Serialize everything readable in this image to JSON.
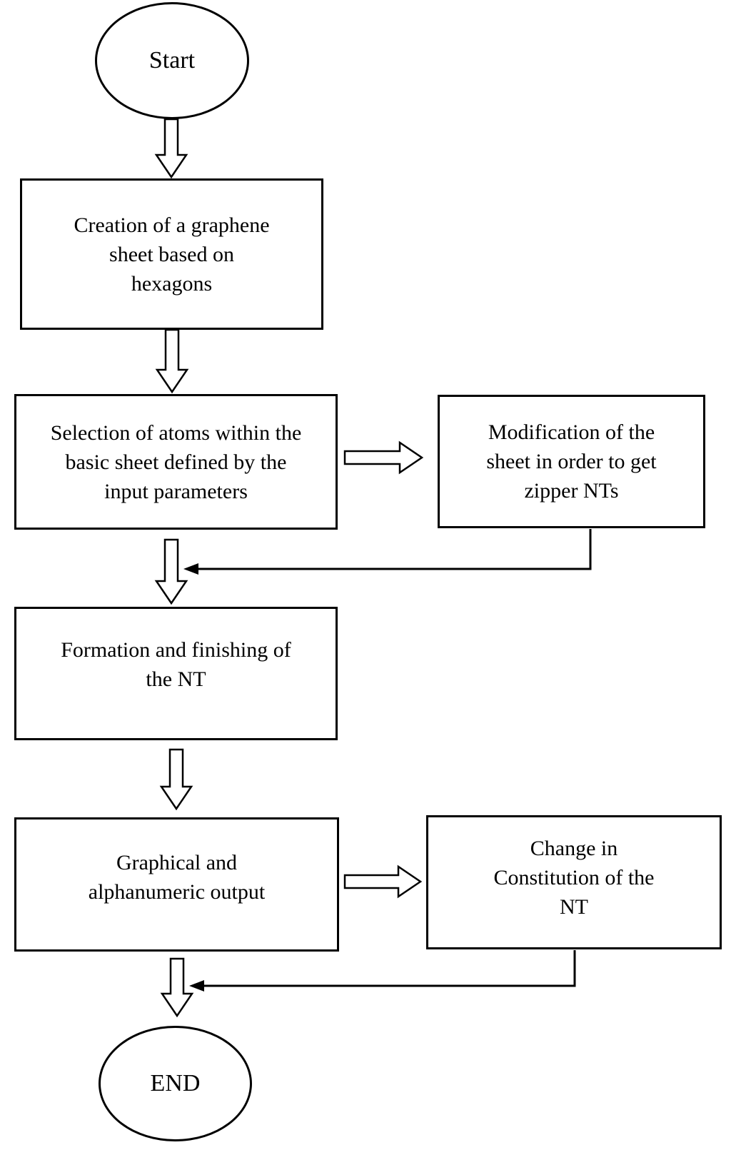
{
  "diagram": {
    "type": "flowchart",
    "background_color": "#ffffff",
    "stroke_color": "#000000",
    "text_color": "#000000",
    "nodes": {
      "start": {
        "shape": "terminator",
        "label": "Start",
        "lines": [
          "Start"
        ]
      },
      "create_sheet": {
        "shape": "process",
        "label": "Creation of a graphene sheet based on hexagons",
        "lines": [
          "Creation of a graphene",
          "sheet based on",
          "hexagons"
        ]
      },
      "select_atoms": {
        "shape": "process",
        "label": "Selection of atoms within the basic sheet defined by the input parameters",
        "lines": [
          "Selection of atoms within the",
          "basic sheet defined by the",
          "input parameters"
        ]
      },
      "modify_sheet": {
        "shape": "process",
        "label": "Modification of the sheet in order to get zipper NTs",
        "lines": [
          "Modification of the",
          "sheet in order to get",
          "zipper NTs"
        ]
      },
      "formation": {
        "shape": "process",
        "label": "Formation and finishing of the NT",
        "lines": [
          "Formation and finishing of",
          "the NT"
        ]
      },
      "output": {
        "shape": "process",
        "label": "Graphical and alphanumeric output",
        "lines": [
          "Graphical and",
          "alphanumeric output"
        ]
      },
      "change_constitution": {
        "shape": "process",
        "label": "Change in Constitution of the NT",
        "lines": [
          "Change in",
          "Constitution of the",
          "NT"
        ]
      },
      "end": {
        "shape": "terminator",
        "label": "END",
        "lines": [
          "END"
        ]
      }
    },
    "edges": [
      {
        "from": "start",
        "to": "create_sheet",
        "style": "hollow-block-arrow",
        "direction": "down"
      },
      {
        "from": "create_sheet",
        "to": "select_atoms",
        "style": "hollow-block-arrow",
        "direction": "down"
      },
      {
        "from": "select_atoms",
        "to": "modify_sheet",
        "style": "hollow-block-arrow",
        "direction": "right"
      },
      {
        "from": "select_atoms",
        "to": "formation",
        "style": "hollow-block-arrow",
        "direction": "down"
      },
      {
        "from": "modify_sheet",
        "to": "formation",
        "style": "thin-elbow-line-filled-arrowhead",
        "direction": "down-then-left"
      },
      {
        "from": "formation",
        "to": "output",
        "style": "hollow-block-arrow",
        "direction": "down"
      },
      {
        "from": "output",
        "to": "change_constitution",
        "style": "hollow-block-arrow",
        "direction": "right"
      },
      {
        "from": "output",
        "to": "end",
        "style": "hollow-block-arrow",
        "direction": "down"
      },
      {
        "from": "change_constitution",
        "to": "end",
        "style": "thin-elbow-line-filled-arrowhead",
        "direction": "down-then-left"
      }
    ]
  }
}
